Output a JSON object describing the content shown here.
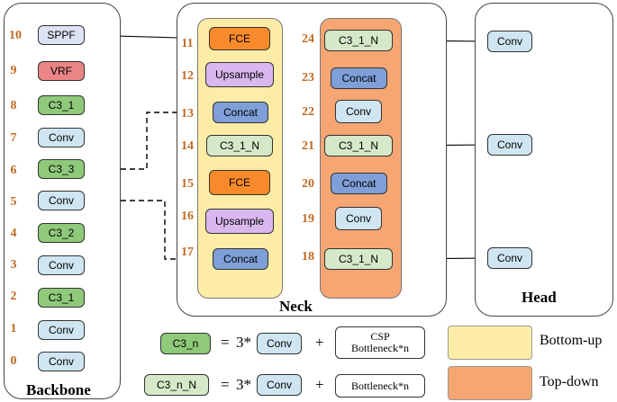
{
  "colors": {
    "conv": "#cfe6f2",
    "c3": "#8fc97a",
    "c3n": "#d5e9c8",
    "sppf": "#dde3f2",
    "vrf": "#e98585",
    "fce": "#f98a2b",
    "upsample": "#d8b8ee",
    "concat": "#7f9fd8",
    "bottom_up": "#fdeca5",
    "top_down": "#f5a673",
    "layer_number": "#c06a23"
  },
  "panels": {
    "backbone": "Backbone",
    "neck": "Neck",
    "head": "Head"
  },
  "backbone": [
    {
      "num": "0",
      "label": "Conv"
    },
    {
      "num": "1",
      "label": "Conv"
    },
    {
      "num": "2",
      "label": "C3_1"
    },
    {
      "num": "3",
      "label": "Conv"
    },
    {
      "num": "4",
      "label": "C3_2"
    },
    {
      "num": "5",
      "label": "Conv"
    },
    {
      "num": "6",
      "label": "C3_3"
    },
    {
      "num": "7",
      "label": "Conv"
    },
    {
      "num": "8",
      "label": "C3_1"
    },
    {
      "num": "9",
      "label": "VRF"
    },
    {
      "num": "10",
      "label": "SPPF"
    }
  ],
  "neck_left": [
    {
      "num": "11",
      "label": "FCE"
    },
    {
      "num": "12",
      "label": "Upsample"
    },
    {
      "num": "13",
      "label": "Concat"
    },
    {
      "num": "14",
      "label": "C3_1_N"
    },
    {
      "num": "15",
      "label": "FCE"
    },
    {
      "num": "16",
      "label": "Upsample"
    },
    {
      "num": "17",
      "label": "Concat"
    }
  ],
  "neck_right": [
    {
      "num": "18",
      "label": "C3_1_N"
    },
    {
      "num": "19",
      "label": "Conv"
    },
    {
      "num": "20",
      "label": "Concat"
    },
    {
      "num": "21",
      "label": "C3_1_N"
    },
    {
      "num": "22",
      "label": "Conv"
    },
    {
      "num": "23",
      "label": "Concat"
    },
    {
      "num": "24",
      "label": "C3_1_N"
    }
  ],
  "head": [
    "Conv",
    "Conv",
    "Conv"
  ],
  "legend": {
    "row1": {
      "module": "C3_n",
      "eq": "=",
      "mult": "3*",
      "conv": "Conv",
      "plus": "+",
      "block": "CSP Bottleneck*n"
    },
    "row2": {
      "module": "C3_n_N",
      "eq": "=",
      "mult": "3*",
      "conv": "Conv",
      "plus": "+",
      "block": "Bottleneck*n"
    },
    "bottom_up": "Bottom-up",
    "top_down": "Top-down"
  }
}
